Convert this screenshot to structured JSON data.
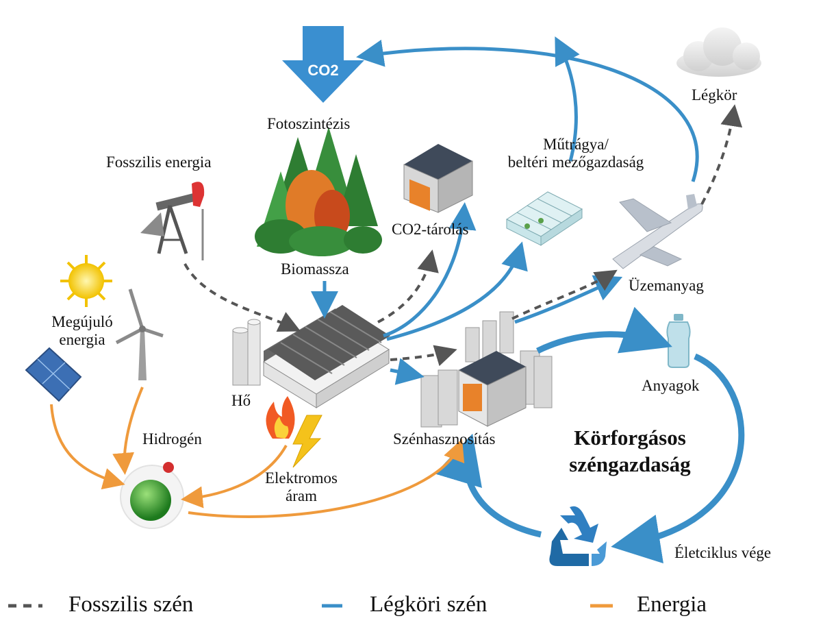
{
  "labels": {
    "co2": "CO2",
    "fotoszintezis": "Fotoszintézis",
    "fosszilis_energia": "Fosszilis energia",
    "biomassza": "Biomassza",
    "co2_tarolas": "CO2-tárolás",
    "mutragya_line1": "Műtrágya/",
    "mutragya_line2": "beltéri mezőgazdaság",
    "legkor": "Légkör",
    "uzemanyag": "Üzemanyag",
    "megujulo_line1": "Megújuló",
    "megujulo_line2": "energia",
    "ho": "Hő",
    "hidrogen": "Hidrogén",
    "elektromos_line1": "Elektromos",
    "elektromos_line2": "áram",
    "szenhasznositas": "Szénhasznosítás",
    "anyagok": "Anyagok",
    "korforgasos_line1": "Körforgásos",
    "korforgasos_line2": "széngazdaság",
    "eletciklus": "Életciklus vége"
  },
  "legend": [
    {
      "label": "Fosszilis szén",
      "style": "dashed",
      "color": "#555555"
    },
    {
      "label": "Légköri szén",
      "style": "solid",
      "color": "#3a8fc8"
    },
    {
      "label": "Energia",
      "style": "solid",
      "color": "#ef9a3c"
    }
  ],
  "colors": {
    "fossil": "#555555",
    "atmospheric": "#3a8fc8",
    "energy": "#ef9a3c",
    "co2_arrow": "#3a8fd0"
  }
}
